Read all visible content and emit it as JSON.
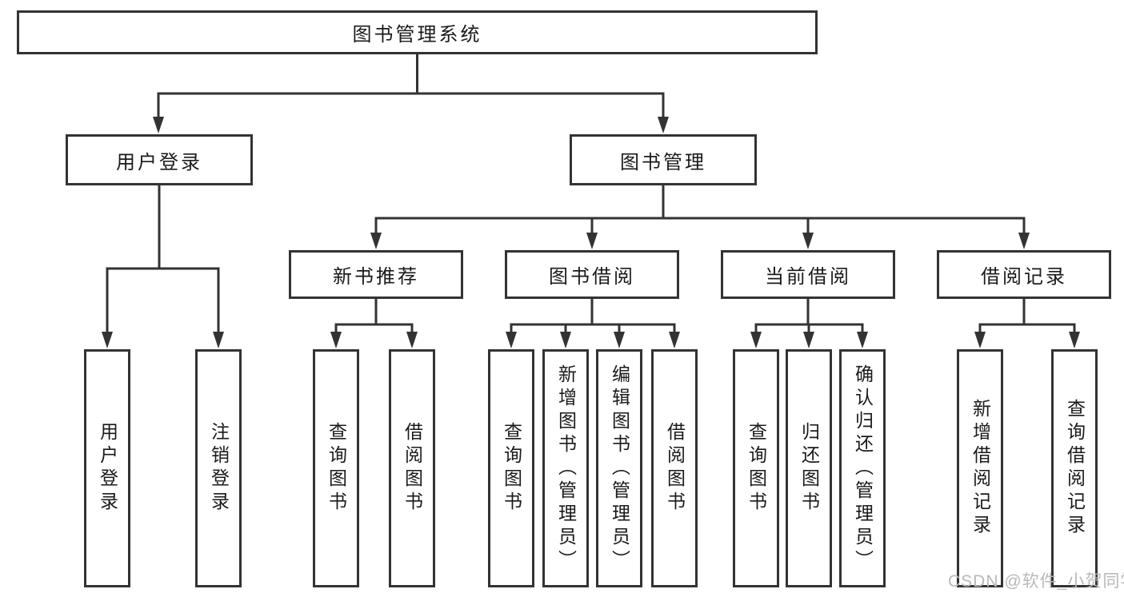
{
  "root": {
    "label": "图书管理系统"
  },
  "branches": [
    {
      "label": "用户登录",
      "leaves": [
        {
          "label": "用户登录"
        },
        {
          "label": "注销登录"
        }
      ]
    },
    {
      "label": "图书管理",
      "sections": [
        {
          "label": "新书推荐",
          "leaves": [
            {
              "label": "查询图书"
            },
            {
              "label": "借阅图书"
            }
          ]
        },
        {
          "label": "图书借阅",
          "leaves": [
            {
              "label": "查询图书"
            },
            {
              "label": "新增图书（管理员）"
            },
            {
              "label": "编辑图书（管理员）"
            },
            {
              "label": "借阅图书"
            }
          ]
        },
        {
          "label": "当前借阅",
          "leaves": [
            {
              "label": "查询图书"
            },
            {
              "label": "归还图书"
            },
            {
              "label": "确认归还（管理员）"
            }
          ]
        },
        {
          "label": "借阅记录",
          "leaves": [
            {
              "label": "新增借阅记录"
            },
            {
              "label": "查询借阅记录"
            }
          ]
        }
      ]
    }
  ],
  "watermark": {
    "text": "CSDN @软件_小贺同学"
  },
  "colors": {
    "line": "#333333",
    "text": "#1a1a1a",
    "watermark": "#b8b8b8",
    "background": "#ffffff"
  }
}
